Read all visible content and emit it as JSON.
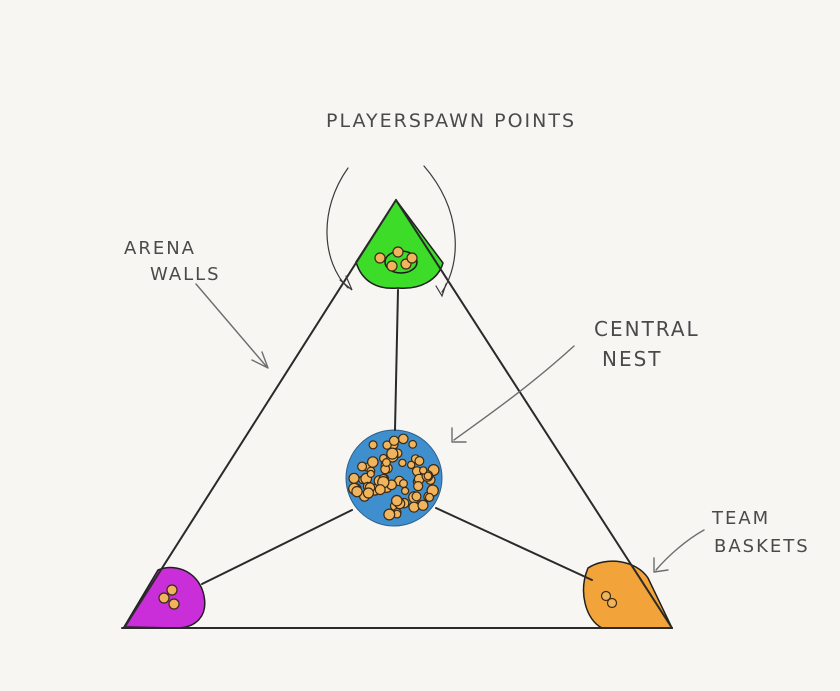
{
  "labels": {
    "spawn": "PLAYERSPAWN POINTS",
    "walls_line1": "ARENA",
    "walls_line2": "WALLS",
    "nest_line1": "CENTRAL",
    "nest_line2": "NEST",
    "baskets_line1": "TEAM",
    "baskets_line2": "BASKETS"
  },
  "colors": {
    "background": "#f7f6f3",
    "green_base": "#3cdc28",
    "purple_base": "#c92ed8",
    "orange_base": "#f2a43a",
    "nest_blue": "#3f8fcf",
    "seed_fill": "#f0b45c"
  }
}
